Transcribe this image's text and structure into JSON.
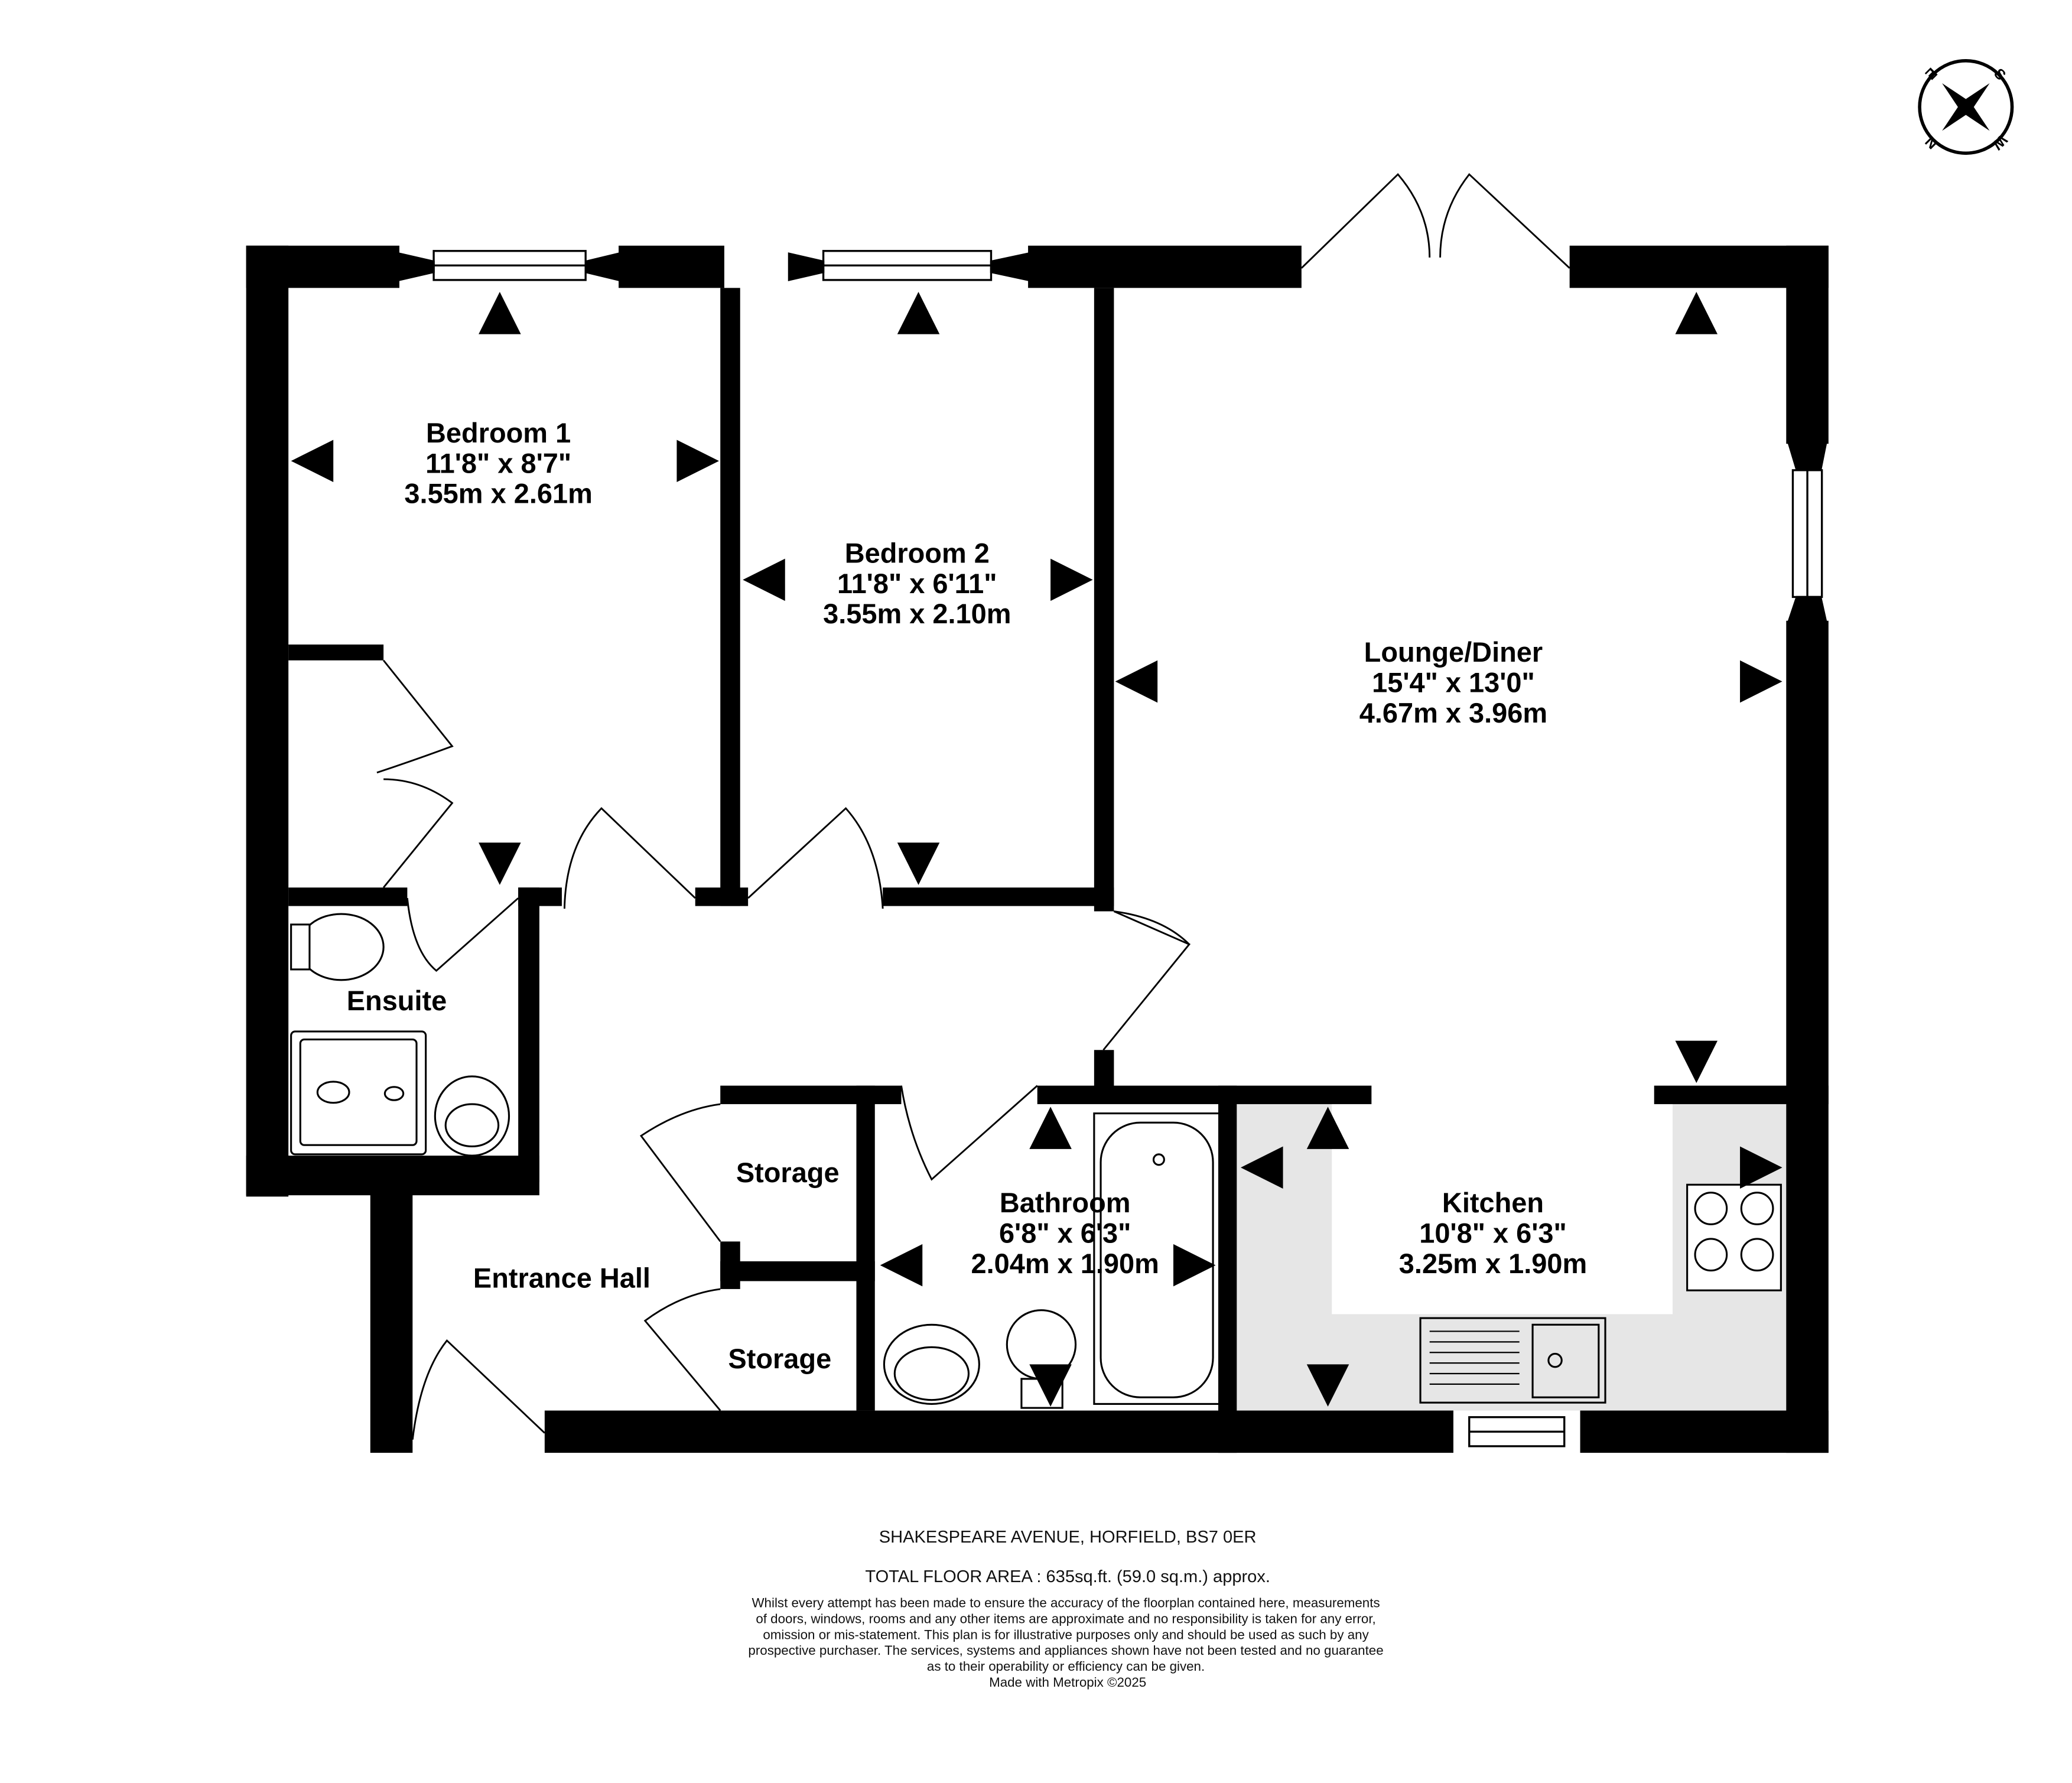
{
  "rooms": [
    {
      "name": "Bedroom 1",
      "imperial": "11'8\"  x 8'7\"",
      "metric": "3.55m  x 2.61m"
    },
    {
      "name": "Bedroom 2",
      "imperial": "11'8\"  x 6'11\"",
      "metric": "3.55m  x 2.10m"
    },
    {
      "name": "Lounge/Diner",
      "imperial": "15'4\"  x 13'0\"",
      "metric": "4.67m  x 3.96m"
    },
    {
      "name": "Ensuite"
    },
    {
      "name": "Storage"
    },
    {
      "name": "Storage"
    },
    {
      "name": "Bathroom",
      "imperial": "6'8\"  x 6'3\"",
      "metric": "2.04m  x 1.90m"
    },
    {
      "name": "Kitchen",
      "imperial": "10'8\"  x 6'3\"",
      "metric": "3.25m  x 1.90m"
    },
    {
      "name": "Entrance Hall"
    }
  ],
  "compass": {
    "n": "N",
    "e": "E",
    "s": "S",
    "w": "W"
  },
  "footer": {
    "address": "SHAKESPEARE AVENUE, HORFIELD, BS7 0ER",
    "area": "TOTAL FLOOR AREA : 635sq.ft. (59.0 sq.m.) approx.",
    "disclaimer": [
      "Whilst every attempt has been made to ensure the accuracy of the floorplan contained here, measurements",
      "of doors, windows, rooms and any other items are approximate and no responsibility is taken for any error,",
      "omission or mis-statement. This plan is for illustrative purposes only and should be used as such by any",
      "prospective purchaser. The services, systems and appliances shown have not been tested and no guarantee",
      "as to their operability or efficiency can be given."
    ],
    "credit": "Made with Metropix ©2025"
  },
  "colors": {
    "wall": "#000000",
    "kitchen_floor": "#e6e6e6"
  }
}
